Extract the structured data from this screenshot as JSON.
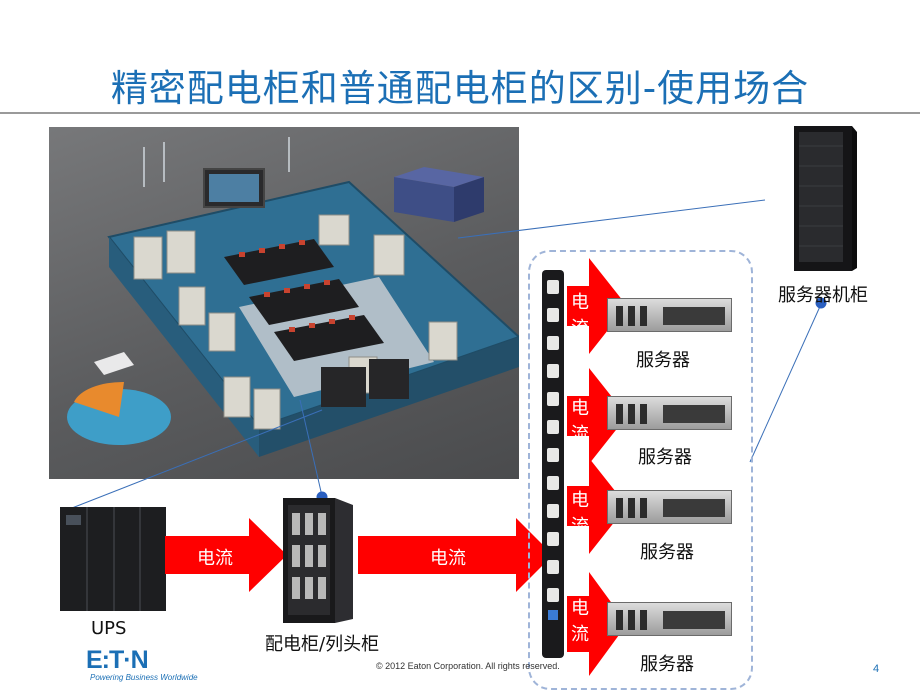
{
  "slide": {
    "title": "精密配电柜和普通配电柜的区别-使用场合",
    "page_number": "4",
    "copyright": "© 2012 Eaton Corporation. All rights reserved."
  },
  "brand": {
    "logo_text": "E:T·N",
    "tagline": "Powering Business Worldwide",
    "color": "#1b6fb5"
  },
  "labels": {
    "ups": "UPS",
    "pdu_cabinet": "配电柜/列头柜",
    "server_rack": "服务器机柜",
    "servers": [
      "服务器",
      "服务器",
      "服务器",
      "服务器"
    ]
  },
  "flow": {
    "horizontal": [
      "电流",
      "电流"
    ],
    "vertical": [
      [
        "电",
        "流"
      ],
      [
        "电",
        "流"
      ],
      [
        "电",
        "流"
      ],
      [
        "电",
        "流"
      ]
    ],
    "arrow_color": "#ff0000"
  }
}
